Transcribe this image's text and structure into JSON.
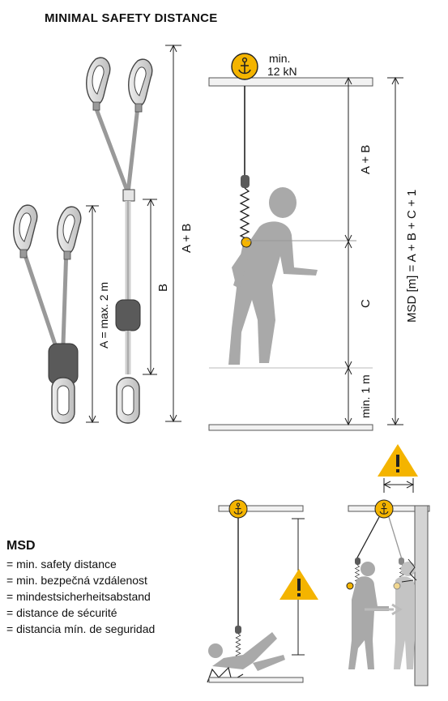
{
  "header": {
    "title": "MINIMAL SAFETY DISTANCE"
  },
  "labels": {
    "a_plus_b_left": "A + B",
    "a_max": "A = max. 2 m",
    "b": "B",
    "anchor_strength_1": "min.",
    "anchor_strength_2": "12 kN",
    "a_plus_b_right": "A + B",
    "c": "C",
    "min_1m": "min. 1 m",
    "msd_formula": "MSD [m] = A + B + C + 1"
  },
  "legend": {
    "title": "MSD",
    "lines": [
      "= min. safety distance",
      "= min. bezpečná vzdálenost",
      "= mindestsicherheitsabstand",
      "= distance de sécurité",
      "= distancia mín. de seguridad"
    ]
  },
  "colors": {
    "accent": "#f4b400",
    "figure": "#a9a9a9",
    "absorber": "#5a5a5a",
    "line": "#222222",
    "wall": "#d4d4d4"
  },
  "icons": [
    "anchor-icon",
    "warning-icon",
    "carabiner-icon"
  ]
}
